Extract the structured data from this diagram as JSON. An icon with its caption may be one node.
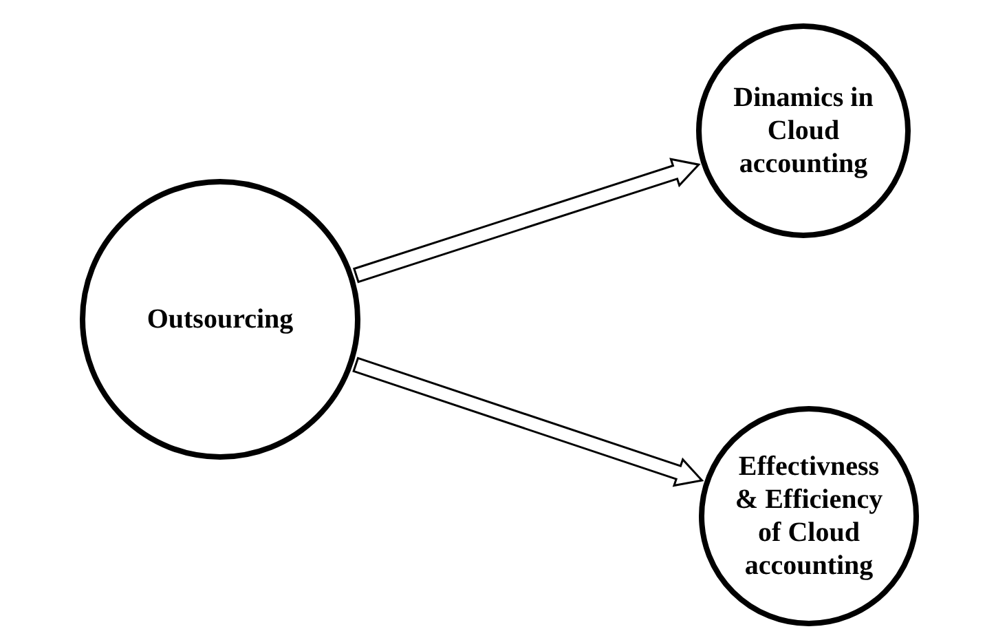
{
  "diagram": {
    "nodes": [
      {
        "text": [
          "Outsourcing"
        ]
      },
      {
        "text": [
          "Dinamics in Cloud accounting"
        ]
      },
      {
        "text": [
          "Effectivness & Efficiency of Cloud accounting"
        ]
      }
    ],
    "edges": [
      {
        "from": 0,
        "to": 1,
        "arrow": "to"
      },
      {
        "from": 0,
        "to": 2,
        "arrow": "to"
      }
    ]
  }
}
